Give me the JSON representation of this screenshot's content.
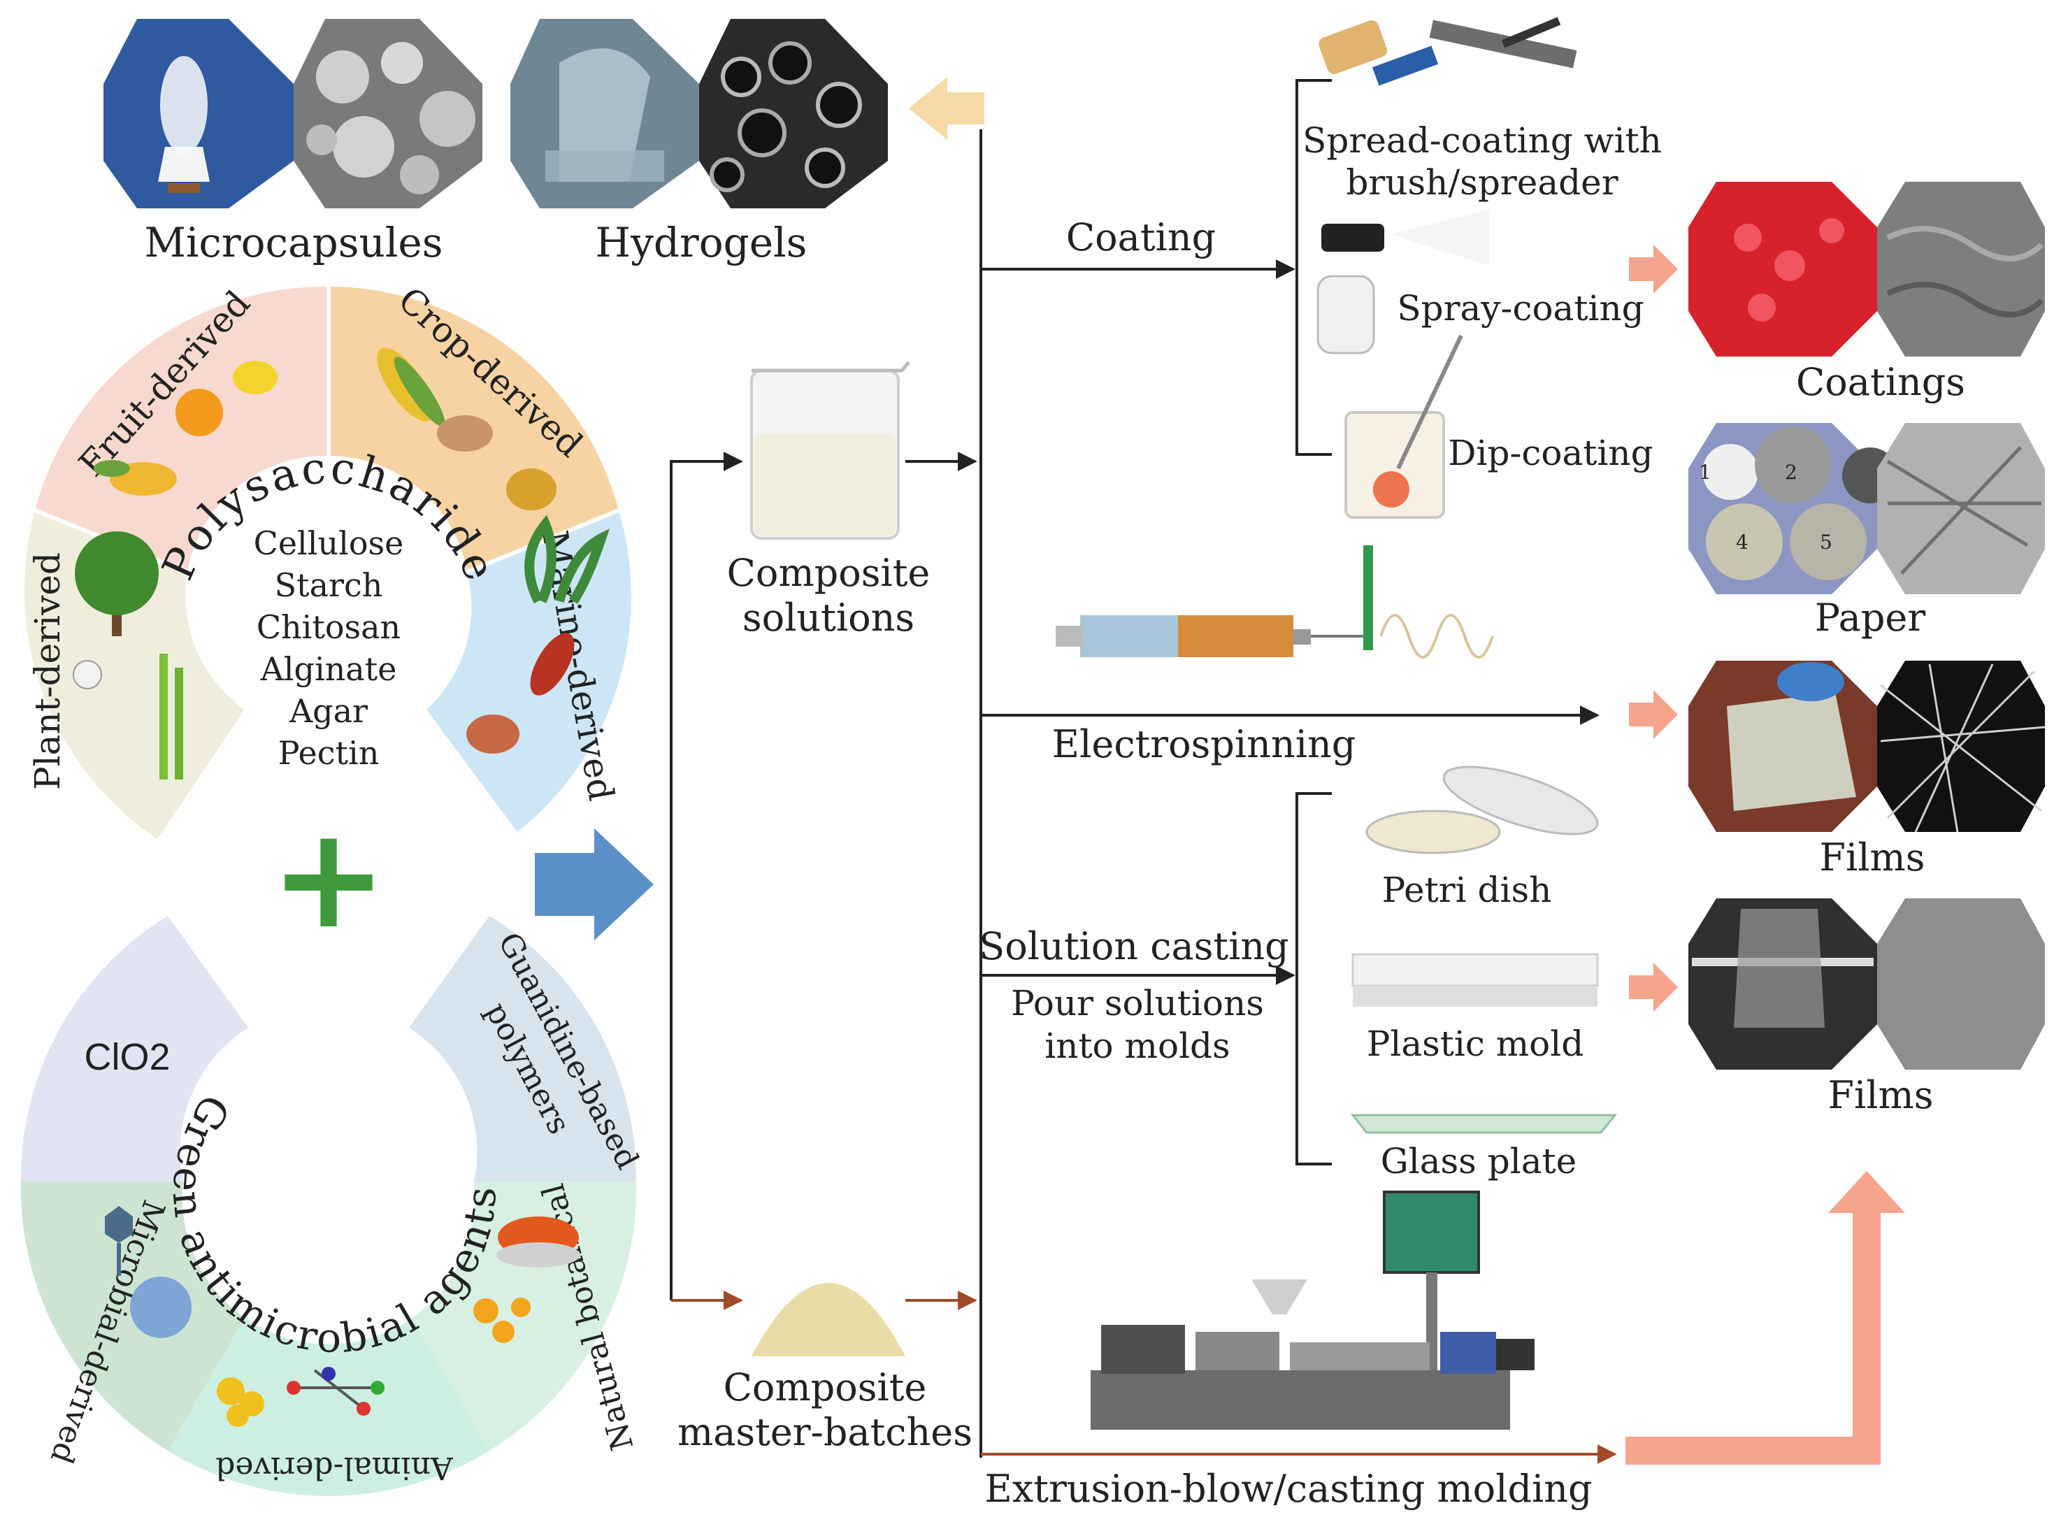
{
  "top_products": {
    "microcapsules": "Microcapsules",
    "hydrogels": "Hydrogels"
  },
  "polysaccharides": {
    "title": "Polysaccharides",
    "sectors": {
      "fruit": "Fruit-derived",
      "crop": "Crop-derived",
      "marine": "Marine-derived",
      "plant": "Plant-derived"
    },
    "items": [
      "Cellulose",
      "Starch",
      "Chitosan",
      "Alginate",
      "Agar",
      "Pectin"
    ]
  },
  "plus_symbol": "+",
  "antimicrobial": {
    "title": "Green antimicrobial agents",
    "sectors": {
      "clo2": "ClO2",
      "guanidine_line1": "Guanidine-based",
      "guanidine_line2": "polymers",
      "natural_botanical": "Natural botanical",
      "animal": "Animal-derived",
      "microbial": "Microbial-derived"
    }
  },
  "intermediates": {
    "solutions_line1": "Composite",
    "solutions_line2": "solutions",
    "masterbatch_line1": "Composite",
    "masterbatch_line2": "master-batches"
  },
  "processes": {
    "coating": "Coating",
    "electrospinning": "Electrospinning",
    "solution_casting": "Solution casting",
    "pour_line1": "Pour solutions",
    "pour_line2": "into molds",
    "extrusion": "Extrusion-blow/casting molding"
  },
  "coating_methods": {
    "spread_line1": "Spread-coating with",
    "spread_line2": "brush/spreader",
    "spray": "Spray-coating",
    "dip": "Dip-coating"
  },
  "molds": {
    "petri": "Petri dish",
    "plastic": "Plastic mold",
    "glass": "Glass plate"
  },
  "outputs": {
    "coatings": "Coatings",
    "paper": "Paper",
    "films_1": "Films",
    "films_2": "Films",
    "paper_sample_numbers": [
      "1",
      "2",
      "4",
      "5"
    ]
  },
  "colors": {
    "fruit": "#f7d9cf",
    "crop": "#f7d3a3",
    "marine": "#cde6f5",
    "plant": "#efeedd",
    "clo2": "#e1e5f3",
    "guanidine": "#d7e4ee",
    "natural_botanical": "#d7f0e2",
    "animal": "#ccefe1",
    "microbial": "#cde4d3",
    "plus": "#3e9a3c",
    "big_arrow": "#5b8fc7",
    "peach_arrow": "#f4a58b",
    "hydrogel_arrow": "#f6d9a6",
    "dark_red_arrow": "#a04a2a"
  }
}
